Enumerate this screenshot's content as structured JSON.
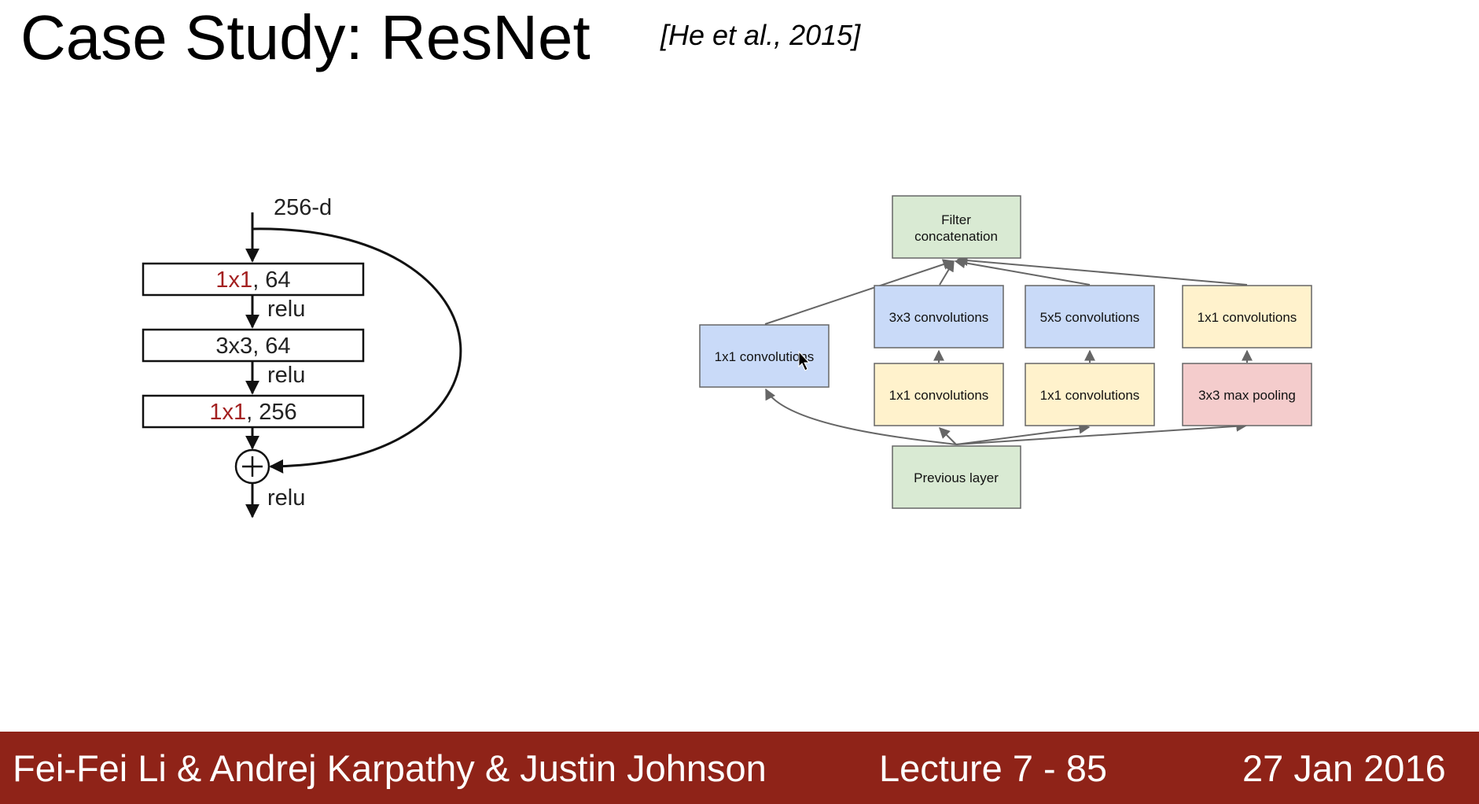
{
  "slide": {
    "title": "Case Study: ResNet",
    "citation": "[He et al., 2015]"
  },
  "resnet_block": {
    "input_label": "256-d",
    "layers": [
      {
        "kernel": "1x1",
        "rest": ", 64"
      },
      {
        "kernel": "3x3",
        "rest": ", 64"
      },
      {
        "kernel": "1x1",
        "rest": ", 256"
      }
    ],
    "activation": "relu",
    "highlight_color": "#a32020"
  },
  "inception_module": {
    "top": "Filter concatenation",
    "top_lines": [
      "Filter",
      "concatenation"
    ],
    "branch1": "1x1 convolutions",
    "branch2_top": "3x3 convolutions",
    "branch2_bottom": "1x1 convolutions",
    "branch3_top": "5x5 convolutions",
    "branch3_bottom": "1x1 convolutions",
    "branch4_top": "1x1 convolutions",
    "branch4_bottom": "3x3 max pooling",
    "bottom": "Previous layer",
    "colors": {
      "green": "#d9ead3",
      "blue": "#c9daf8",
      "yellow": "#fff2cc",
      "red": "#f4cccc"
    }
  },
  "footer": {
    "authors": "Fei-Fei Li & Andrej Karpathy & Justin Johnson",
    "lecture": "Lecture 7 - 85",
    "date": "27 Jan 2016",
    "background": "#8f2318"
  }
}
